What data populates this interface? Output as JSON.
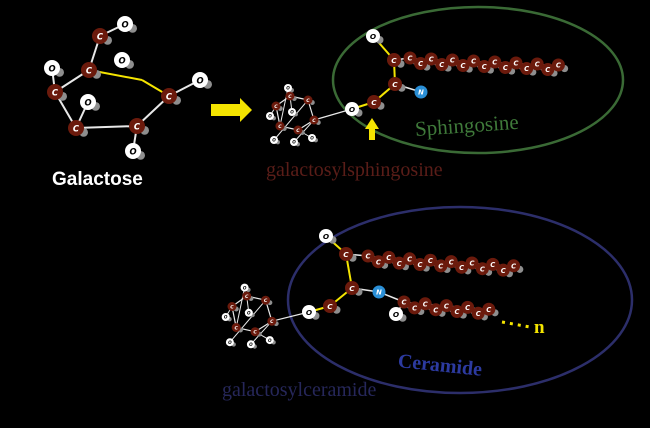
{
  "labels": {
    "galactose": "Galactose",
    "galactosylsphingosine": "galactosylsphingosine",
    "sphingosine": "Sphingosine",
    "ceramide": "Ceramide",
    "galactosylceramide": "galactosylceramide",
    "n": "n"
  },
  "atoms": {
    "carbon": "C",
    "oxygen": "O",
    "nitrogen": "N"
  },
  "colors": {
    "background": "#000000",
    "carbon": "#6b1a0c",
    "oxygen": "#ffffff",
    "nitrogen": "#2a8fd6",
    "hydrogen": "#8e8e8e",
    "bond": "#e8e8e8",
    "highlight_bond": "#f4e400",
    "arrow": "#f4e400",
    "sphingosine_ellipse": "#3a6a35",
    "sphingosine_text": "#3f7a3a",
    "ceramide_ellipse": "#2c2e6a",
    "ceramide_text": "#2c3aa0",
    "galactosylsphingosine_text": "#5a1d18",
    "galactosylceramide_text": "#26275a",
    "n_text": "#f4e400"
  }
}
